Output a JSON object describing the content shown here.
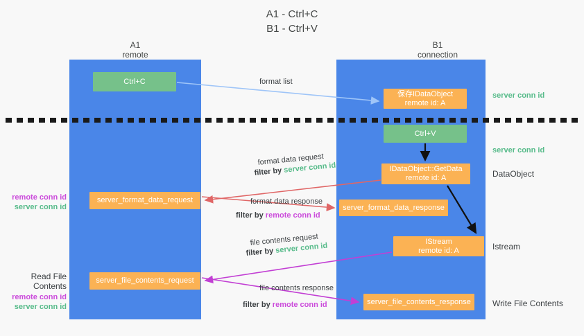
{
  "title": {
    "line1": "A1 - Ctrl+C",
    "line2": "B1 - Ctrl+V"
  },
  "columns": {
    "left": {
      "name": "A1",
      "role": "remote"
    },
    "right": {
      "name": "B1",
      "role": "connection"
    }
  },
  "colors": {
    "lane": "#4a86e8",
    "box_orange": "#fbb254",
    "box_green": "#76c18a",
    "server_conn_id": "#57bb8a",
    "remote_conn_id": "#cb4bdb",
    "arrow_blue": "#9fc5f8",
    "arrow_red": "#e06666",
    "arrow_magenta": "#c23fd4",
    "arrow_black": "#000000",
    "background": "#f8f8f8"
  },
  "boxes": {
    "ctrl_c": {
      "line1": "Ctrl+C",
      "line2": ""
    },
    "save_dataobject": {
      "line1": "保存IDataObject",
      "line2": "remote id: A"
    },
    "ctrl_v": {
      "line1": "Ctrl+V",
      "line2": ""
    },
    "getdata": {
      "line1": "IDataObject::GetData",
      "line2": "remote id: A"
    },
    "format_data_request": {
      "line1": "server_format_data_request",
      "line2": ""
    },
    "format_data_response": {
      "line1": "server_format_data_response",
      "line2": ""
    },
    "istream": {
      "line1": "IStream",
      "line2": "remote id: A"
    },
    "file_contents_request": {
      "line1": "server_file_contents_request",
      "line2": ""
    },
    "file_contents_response": {
      "line1": "server_file_contents_response",
      "line2": ""
    }
  },
  "edge_labels": {
    "format_list": "format list",
    "format_data_request": "format data request",
    "format_data_request_filter_prefix": "filter by ",
    "format_data_request_filter_key": "server conn id",
    "format_data_response": "format data response",
    "format_data_response_filter_prefix": "filter by ",
    "format_data_response_filter_key": "remote conn id",
    "file_contents_request": "file contents request",
    "file_contents_request_filter_prefix": "filter by ",
    "file_contents_request_filter_key": "server conn id",
    "file_contents_response": "file contents response",
    "file_contents_response_filter_prefix": "filter by ",
    "file_contents_response_filter_key": "remote conn id"
  },
  "annotations": {
    "right": {
      "server_conn_id_top": "server conn id",
      "server_conn_id_mid": "server conn id",
      "dataobject": "DataObject",
      "istream": "Istream",
      "write_file_contents": "Write File Contents"
    },
    "left": {
      "remote_conn_id_1": "remote conn id",
      "server_conn_id_1": "server conn id",
      "read_file_contents": "Read File Contents",
      "remote_conn_id_2": "remote conn id",
      "server_conn_id_2": "server conn id"
    }
  }
}
